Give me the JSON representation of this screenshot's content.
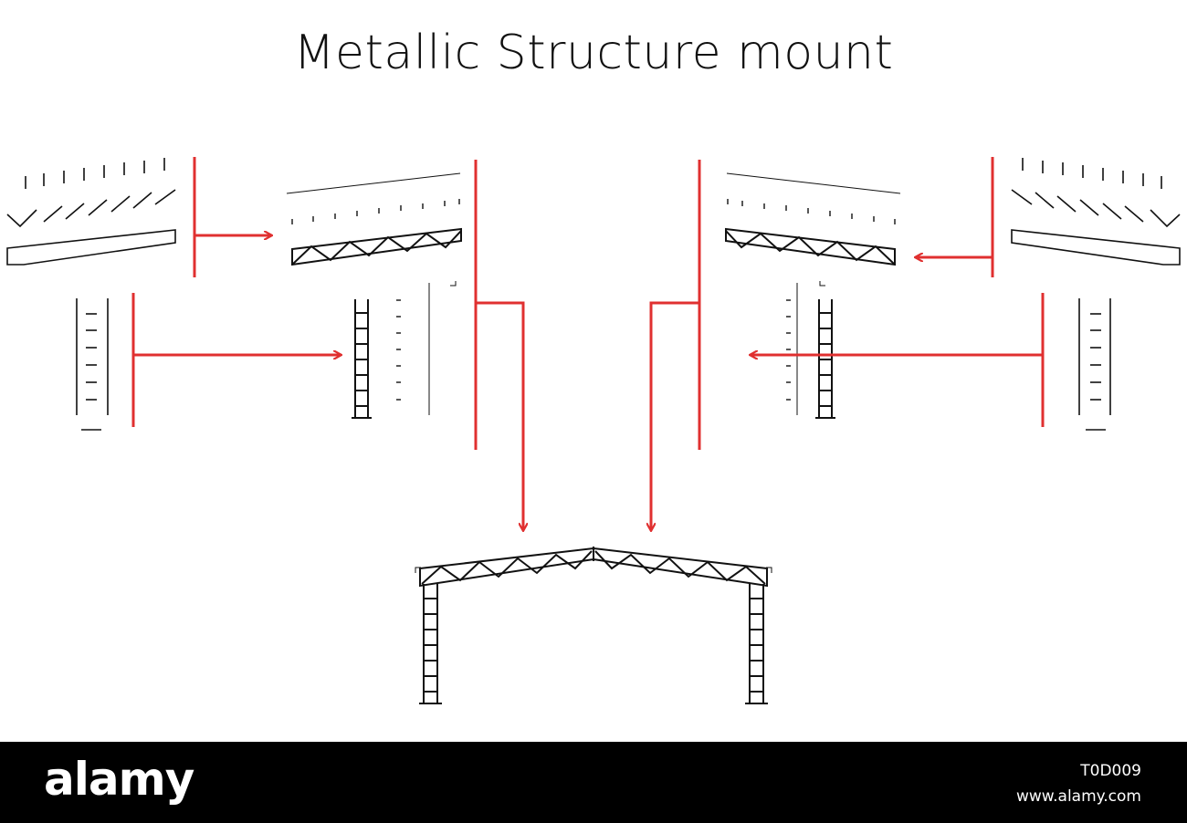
{
  "title": "Metallic Structure mount",
  "footer": {
    "brand": "alamy",
    "image_id": "T0D009",
    "site": "www.alamy.com"
  },
  "colors": {
    "arrow": "#e03030",
    "line": "#111111",
    "footer_bg": "#000000"
  }
}
